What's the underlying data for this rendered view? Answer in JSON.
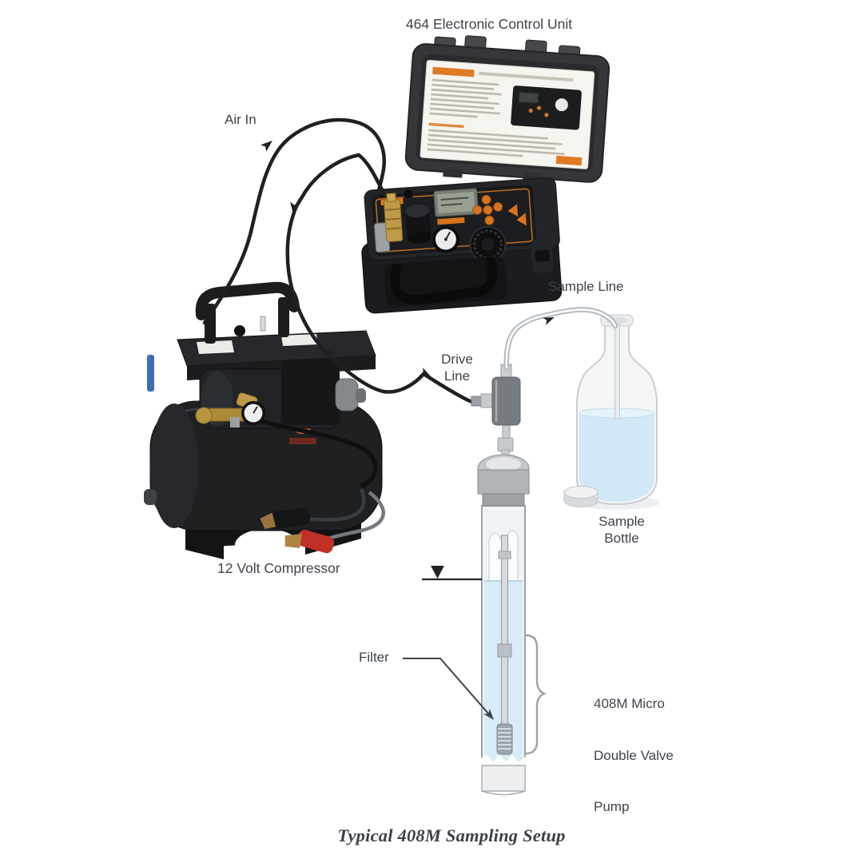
{
  "figure": {
    "title": "464 Electronic Control Unit",
    "caption": "Typical 408M Sampling Setup"
  },
  "labels": {
    "air_in": "Air In",
    "drive_line": {
      "line1": "Drive",
      "line2": "Line"
    },
    "sample_line": "Sample Line",
    "sample_bottle": {
      "line1": "Sample",
      "line2": "Bottle"
    },
    "compressor": "12 Volt Compressor",
    "filter": "Filter",
    "pump": {
      "line1": "408M Micro",
      "line2": "Double Valve",
      "line3": "Pump"
    }
  },
  "colors": {
    "label_text": "#3d434c",
    "caption_text": "#3b4049",
    "accent_orange": "#d8731e",
    "tube_black": "#1f2022",
    "water_blue": "#d8ecf8",
    "leader_gray": "#9aa2a9"
  }
}
